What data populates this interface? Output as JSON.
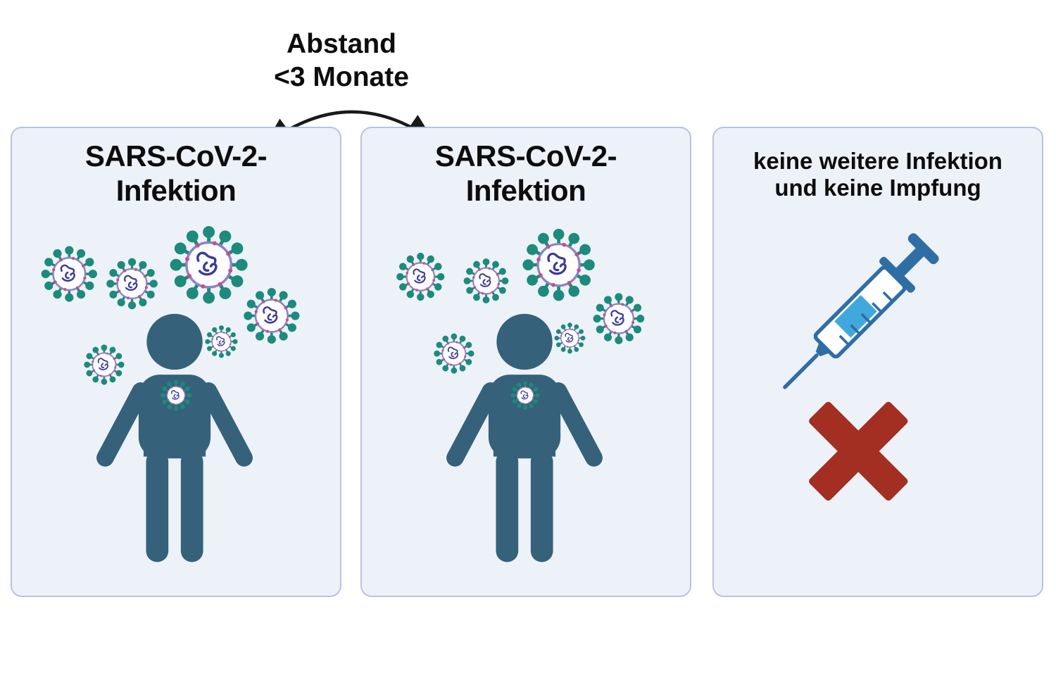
{
  "annotation": {
    "line1": "Abstand",
    "line2": "<3 Monate"
  },
  "panels": [
    {
      "name": "first-infection",
      "title_line1": "SARS-CoV-2-",
      "title_line2": "Infektion"
    },
    {
      "name": "second-infection",
      "title_line1": "SARS-CoV-2-",
      "title_line2": "Infektion"
    },
    {
      "name": "outcome",
      "title_line1": "keine weitere Infektion",
      "title_line2": "und keine Impfung"
    }
  ],
  "icons": {
    "virus": "coronavirus-icon",
    "person": "person-icon",
    "syringe": "syringe-icon",
    "cross": "x-mark-icon",
    "arrow": "curved-arrow-icon"
  },
  "colors": {
    "panel_bg": "#edf1f8",
    "panel_border": "#b7c3e0",
    "text": "#0d0d0d",
    "person": "#35627a",
    "virus_spike": "#1d8a7c",
    "virus_body": "#fdfcff",
    "virus_body_stroke": "#8f82c4",
    "virus_inner": "#3b3a99",
    "virus_dot": "#c4508a",
    "syringe": "#2f6ea5",
    "syringe_liquid": "#41a8de",
    "cross": "#a32e22",
    "arrow": "#1a1a1a"
  }
}
